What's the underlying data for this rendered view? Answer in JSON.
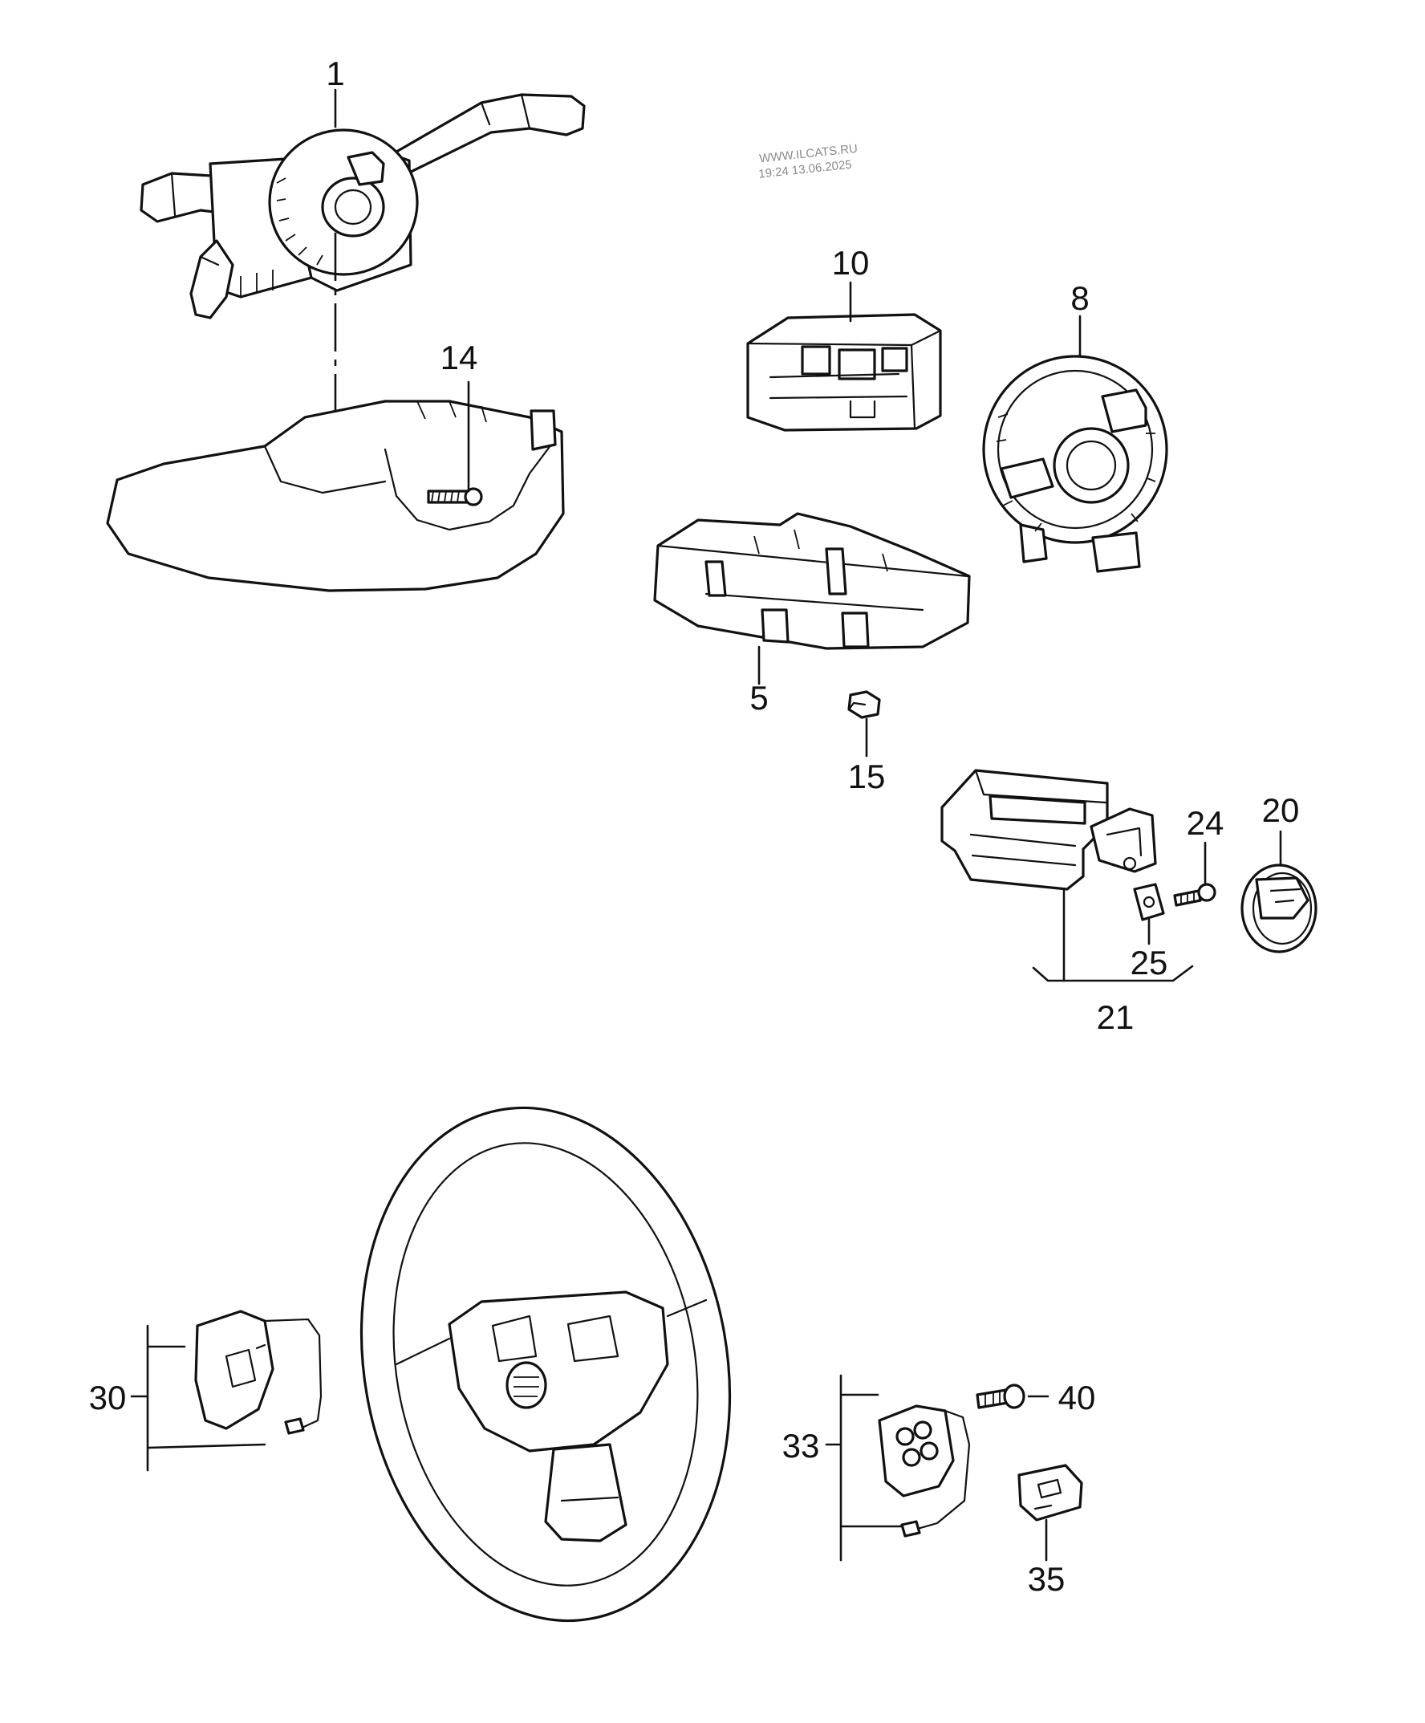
{
  "watermark": {
    "line1": "WWW.ILCATS.RU",
    "line2": "19:24 13.06.2025"
  },
  "callouts": [
    {
      "id": "c1",
      "label": "1"
    },
    {
      "id": "c14",
      "label": "14"
    },
    {
      "id": "c10",
      "label": "10"
    },
    {
      "id": "c8",
      "label": "8"
    },
    {
      "id": "c5",
      "label": "5"
    },
    {
      "id": "c15",
      "label": "15"
    },
    {
      "id": "c24",
      "label": "24"
    },
    {
      "id": "c20",
      "label": "20"
    },
    {
      "id": "c25",
      "label": "25"
    },
    {
      "id": "c21",
      "label": "21"
    },
    {
      "id": "c30",
      "label": "30"
    },
    {
      "id": "c40",
      "label": "40"
    },
    {
      "id": "c33",
      "label": "33"
    },
    {
      "id": "c35",
      "label": "35"
    }
  ],
  "colors": {
    "line": "#111111",
    "background": "#ffffff",
    "watermark": "#8a8a8a"
  }
}
